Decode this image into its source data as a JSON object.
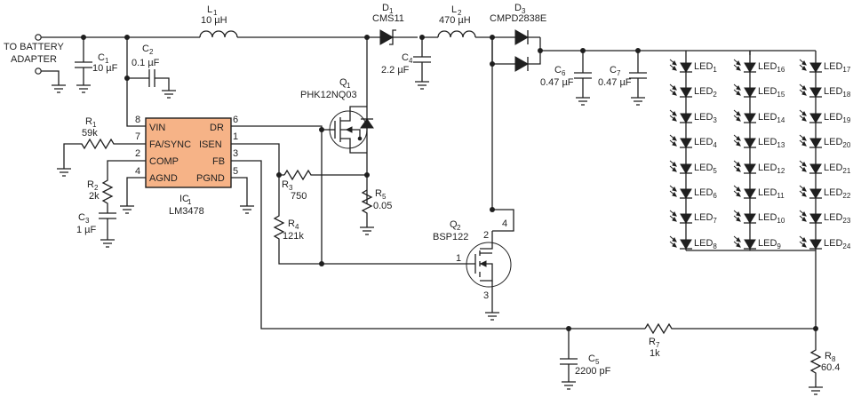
{
  "input": {
    "line1": "TO BATTERY",
    "line2": "ADAPTER"
  },
  "ic": {
    "ref": "IC",
    "ref_sub": "1",
    "part": "LM3478",
    "pins_left": [
      {
        "num": "8",
        "name": "VIN"
      },
      {
        "num": "7",
        "name": "FA/SYNC"
      },
      {
        "num": "2",
        "name": "COMP"
      },
      {
        "num": "4",
        "name": "AGND"
      }
    ],
    "pins_right": [
      {
        "num": "6",
        "name": "DR"
      },
      {
        "num": "1",
        "name": "ISEN"
      },
      {
        "num": "3",
        "name": "FB"
      },
      {
        "num": "5",
        "name": "PGND"
      }
    ]
  },
  "components": {
    "L1": {
      "ref": "L",
      "sub": "1",
      "value": "10 µH"
    },
    "L2": {
      "ref": "L",
      "sub": "2",
      "value": "470 µH"
    },
    "D1": {
      "ref": "D",
      "sub": "1",
      "value": "CMS11"
    },
    "D3": {
      "ref": "D",
      "sub": "3",
      "value": "CMPD2838E"
    },
    "C1": {
      "ref": "C",
      "sub": "1",
      "value": "10 µF"
    },
    "C2": {
      "ref": "C",
      "sub": "2",
      "value": "0.1 µF"
    },
    "C3": {
      "ref": "C",
      "sub": "3",
      "value": "1 µF"
    },
    "C4": {
      "ref": "C",
      "sub": "4",
      "value": "2.2 µF"
    },
    "C5": {
      "ref": "C",
      "sub": "5",
      "value": "2200 pF"
    },
    "C6": {
      "ref": "C",
      "sub": "6",
      "value": "0.47 µF"
    },
    "C7": {
      "ref": "C",
      "sub": "7",
      "value": "0.47 µF"
    },
    "R1": {
      "ref": "R",
      "sub": "1",
      "value": "59k"
    },
    "R2": {
      "ref": "R",
      "sub": "2",
      "value": "2k"
    },
    "R3": {
      "ref": "R",
      "sub": "3",
      "value": "750"
    },
    "R4": {
      "ref": "R",
      "sub": "4",
      "value": "121k"
    },
    "R5": {
      "ref": "R",
      "sub": "5",
      "value": "0.05"
    },
    "R7": {
      "ref": "R",
      "sub": "7",
      "value": "1k"
    },
    "R8": {
      "ref": "R",
      "sub": "8",
      "value": "60.4"
    },
    "Q1": {
      "ref": "Q",
      "sub": "1",
      "value": "PHK12NQ03"
    },
    "Q2": {
      "ref": "Q",
      "sub": "2",
      "value": "BSP122"
    }
  },
  "q2_pins": {
    "p1": "1",
    "p2": "2",
    "p3": "3",
    "p4": "4"
  },
  "led_prefix": "LED",
  "led_columns": [
    [
      "1",
      "2",
      "3",
      "4",
      "5",
      "6",
      "7",
      "8"
    ],
    [
      "16",
      "15",
      "14",
      "13",
      "12",
      "11",
      "10",
      "9"
    ],
    [
      "17",
      "18",
      "19",
      "20",
      "21",
      "22",
      "23",
      "24"
    ]
  ]
}
